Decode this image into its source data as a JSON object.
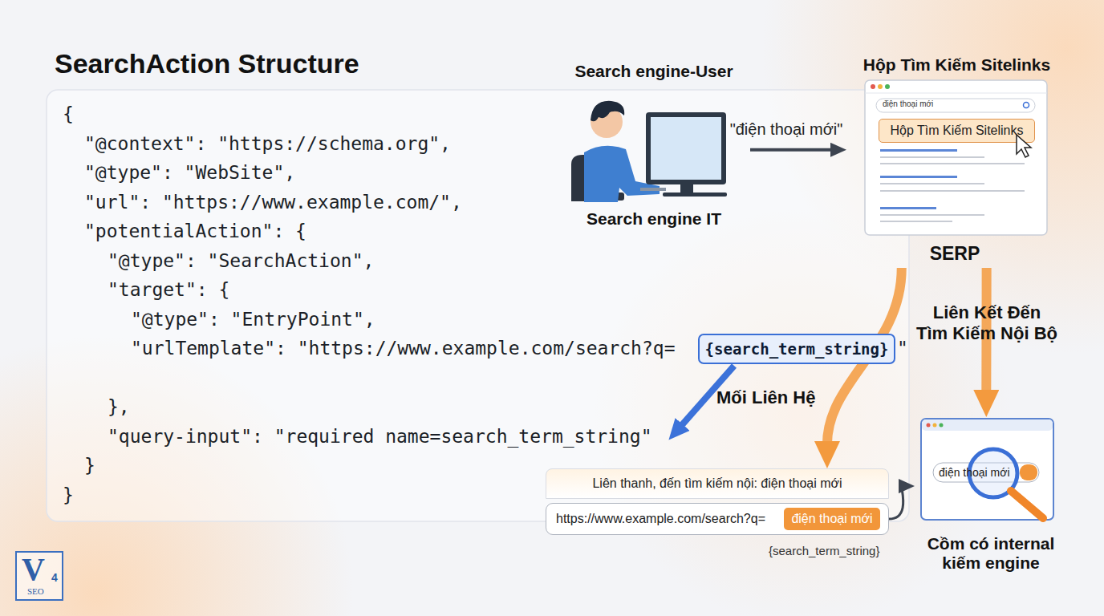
{
  "diagram": {
    "title": "SearchAction Structure",
    "nodes": [
      {
        "text": [
          "{search_term_string}"
        ]
      },
      {
        "text": [
          "Search engine-User",
          "Search engine IT"
        ]
      },
      {
        "text": [
          "Hộp Tìm Kiếm Sitelinks",
          "điện thoại mới",
          "SERP"
        ]
      },
      {
        "text": [
          "Hộp Tìm Kiếm Sitelinks"
        ],
        "in": 2
      },
      {
        "text": [
          "Liên thanh, đến tìm kiếm nội: điện thoại mới"
        ]
      },
      {
        "text": [
          "https://www.example.com/search?q="
        ]
      },
      {
        "text": [
          "điện thoại mới"
        ],
        "in": 5
      },
      {
        "text": [
          "điện thoại mới",
          "Cồm có internal kiếm engine"
        ]
      }
    ],
    "edges": [
      {
        "from": 1,
        "to": 2,
        "label": "\"điện thoại mới\"",
        "arrow": "to"
      },
      {
        "from": 2,
        "to": 4,
        "arrow": "to"
      },
      {
        "from": 2,
        "to": 7,
        "label": "Liên Kết Đến Tìm Kiếm Nội Bộ",
        "arrow": "to"
      },
      {
        "from": 5,
        "to": 7,
        "arrow": "to"
      }
    ],
    "labels": [
      "{",
      "\"@context\": \"https://schema.org\",",
      "\"@type\": \"WebSite\",",
      "\"url\": \"https://www.example.com/\",",
      "\"potentialAction\": {",
      "\"@type\": \"SearchAction\",",
      "\"target\": {",
      "\"@type\": \"EntryPoint\",",
      "\"urlTemplate\": \"https://www.example.com/search?q=",
      "\"",
      "},",
      "\"query-input\": \"required name=search_term_string\"",
      "}",
      "}",
      "Mối Liên Hệ",
      "{search_term_string}",
      "V",
      "4",
      "SEO"
    ]
  }
}
